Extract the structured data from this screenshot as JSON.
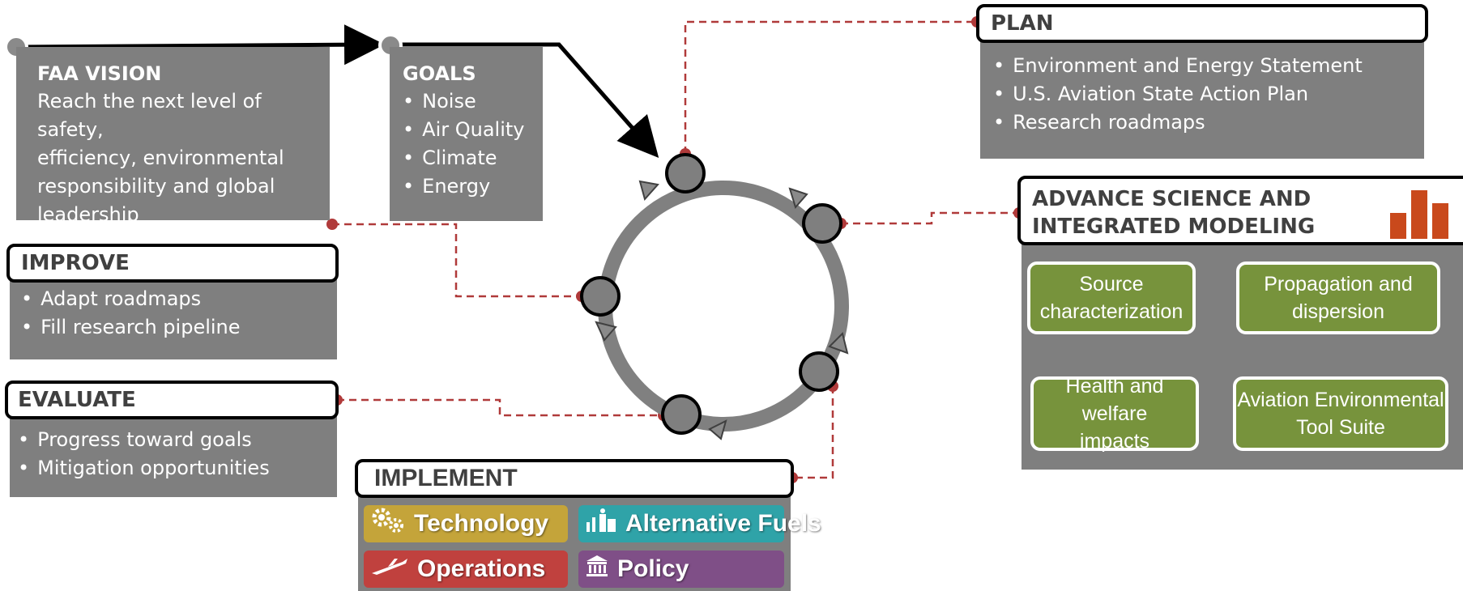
{
  "colors": {
    "panel_gray": "#7f7f7f",
    "green": "#77933c",
    "dashed_red": "#b03a3a",
    "technology": "#c4a43a",
    "alt_fuels": "#2fa3a8",
    "operations": "#c0413e",
    "policy": "#7f4f87",
    "chart_icon": "#c9491c",
    "title_green": "#77933c"
  },
  "vision": {
    "title": "FAA VISION",
    "lines": [
      "Reach the next level of safety,",
      "efficiency, environmental",
      "responsibility and global",
      "leadership"
    ]
  },
  "goals": {
    "title": "GOALS",
    "items": [
      "Noise",
      "Air Quality",
      "Climate",
      "Energy"
    ]
  },
  "plan": {
    "title": "PLAN",
    "items": [
      "Environment and Energy Statement",
      "U.S. Aviation State Action Plan",
      "Research roadmaps"
    ]
  },
  "advance": {
    "title_line1": "ADVANCE SCIENCE AND",
    "title_line2": "INTEGRATED MODELING",
    "icon": "bar-chart-icon",
    "boxes": [
      {
        "line1": "Source",
        "line2": "characterization"
      },
      {
        "line1": "Propagation and",
        "line2": "dispersion"
      },
      {
        "line1": "Health and welfare",
        "line2": "impacts"
      },
      {
        "line1": "Aviation Environmental",
        "line2": "Tool Suite"
      }
    ]
  },
  "improve": {
    "title": "IMPROVE",
    "items": [
      "Adapt roadmaps",
      "Fill research pipeline"
    ]
  },
  "evaluate": {
    "title": "EVALUATE",
    "items": [
      "Progress toward goals",
      "Mitigation opportunities"
    ]
  },
  "implement": {
    "title": "IMPLEMENT",
    "buttons": [
      {
        "label": "Technology",
        "icon": "gears-icon"
      },
      {
        "label": "Alternative Fuels",
        "icon": "fuel-plant-icon"
      },
      {
        "label": "Operations",
        "icon": "airplane-icon"
      },
      {
        "label": "Policy",
        "icon": "capitol-building-icon"
      }
    ]
  }
}
